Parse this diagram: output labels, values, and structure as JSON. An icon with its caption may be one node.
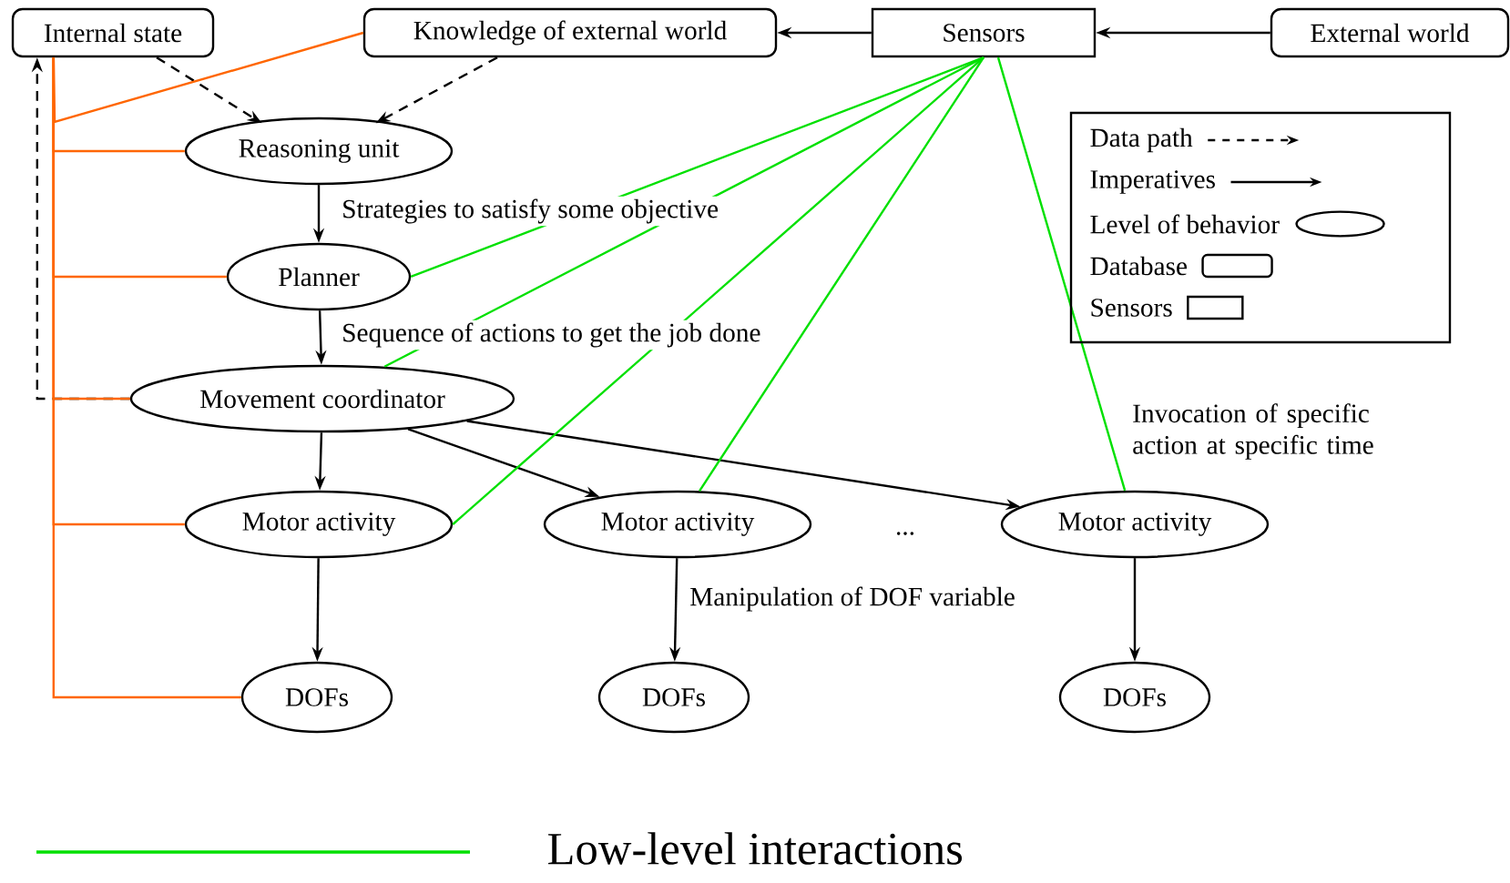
{
  "diagram": {
    "nodes": [
      {
        "text": [
          "Internal state"
        ]
      },
      {
        "text": [
          "Knowledge of external world"
        ]
      },
      {
        "text": [
          "Sensors"
        ]
      },
      {
        "text": [
          "External world"
        ]
      },
      {
        "text": [
          "Reasoning unit"
        ]
      },
      {
        "text": [
          "Planner"
        ]
      },
      {
        "text": [
          "Movement coordinator"
        ]
      },
      {
        "text": [
          "Motor activity"
        ]
      },
      {
        "text": [
          "Motor activity"
        ]
      },
      {
        "text": [
          "Motor activity"
        ]
      },
      {
        "text": [
          "DOFs"
        ]
      },
      {
        "text": [
          "DOFs"
        ]
      },
      {
        "text": [
          "DOFs"
        ]
      }
    ],
    "edges": [
      {
        "from": 3,
        "to": 2,
        "arrow": "to"
      },
      {
        "from": 2,
        "to": 1,
        "arrow": "to"
      },
      {
        "from": 0,
        "to": 4,
        "arrow": "to",
        "style": "dashed"
      },
      {
        "from": 1,
        "to": 4,
        "arrow": "to",
        "style": "dashed"
      },
      {
        "from": 4,
        "to": 5,
        "arrow": "to",
        "label": "Strategies to satisfy some objective"
      },
      {
        "from": 5,
        "to": 6,
        "arrow": "to",
        "label": "Sequence of actions to get the job done"
      },
      {
        "from": 6,
        "to": 0,
        "arrow": "to",
        "style": "dashed"
      },
      {
        "from": 6,
        "to": 7,
        "arrow": "to"
      },
      {
        "from": 6,
        "to": 8,
        "arrow": "to"
      },
      {
        "from": 6,
        "to": 9,
        "arrow": "to"
      },
      {
        "from": 7,
        "to": 10,
        "arrow": "to"
      },
      {
        "from": 8,
        "to": 11,
        "arrow": "to",
        "label": "Manipulation of DOF variable"
      },
      {
        "from": 9,
        "to": 12,
        "arrow": "to"
      },
      {
        "from": 2,
        "to": 5,
        "arrow": "none",
        "color": "#00e000"
      },
      {
        "from": 2,
        "to": 6,
        "arrow": "none",
        "color": "#00e000"
      },
      {
        "from": 2,
        "to": 7,
        "arrow": "none",
        "color": "#00e000"
      },
      {
        "from": 2,
        "to": 8,
        "arrow": "none",
        "color": "#00e000"
      },
      {
        "from": 2,
        "to": 9,
        "arrow": "none",
        "color": "#00e000"
      },
      {
        "from": 0,
        "to": 1,
        "arrow": "none",
        "color": "#ff6600"
      },
      {
        "from": 0,
        "to": 4,
        "arrow": "none",
        "color": "#ff6600"
      },
      {
        "from": 0,
        "to": 5,
        "arrow": "none",
        "color": "#ff6600"
      },
      {
        "from": 0,
        "to": 6,
        "arrow": "none",
        "color": "#ff6600"
      },
      {
        "from": 0,
        "to": 7,
        "arrow": "none",
        "color": "#ff6600"
      },
      {
        "from": 0,
        "to": 10,
        "arrow": "none",
        "color": "#ff6600"
      }
    ],
    "labels": [
      "Invocation of specific action at specific time",
      "..."
    ],
    "legend": [
      {
        "text": "Data path"
      },
      {
        "text": "Imperatives"
      },
      {
        "text": "Level of behavior"
      },
      {
        "text": "Database"
      },
      {
        "text": "Sensors"
      },
      {
        "text": "Low-level interactions"
      }
    ]
  }
}
